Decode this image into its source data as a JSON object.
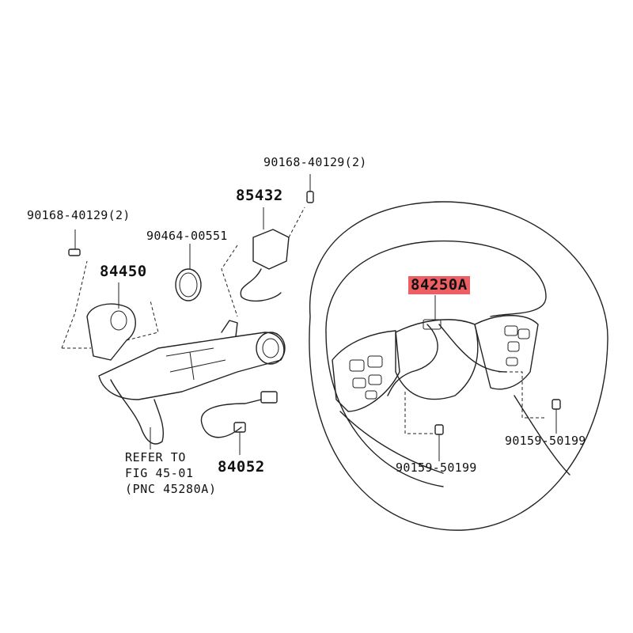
{
  "labels": {
    "bolt_top_right": "90168-40129(2)",
    "switch_85432": "85432",
    "bolt_top_left": "90168-40129(2)",
    "clamp": "90464-00551",
    "sensor_84450": "84450",
    "steering_switch": "84250A",
    "wire_84052": "84052",
    "screw_right": "90159-50199",
    "screw_center": "90159-50199"
  },
  "note": {
    "line1": "REFER TO",
    "line2": "FIG 45-01",
    "line3": "(PNC 45280A)"
  },
  "colors": {
    "highlight": "#ee5f63",
    "ink": "#222222"
  }
}
